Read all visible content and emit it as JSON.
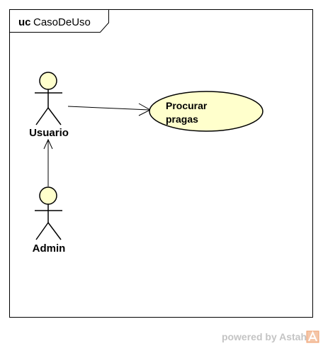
{
  "frame": {
    "keyword": "uc",
    "name": "CasoDeUso"
  },
  "actors": {
    "usuario": {
      "label": "Usuario"
    },
    "admin": {
      "label": "Admin"
    }
  },
  "use_case": {
    "line1": "Procurar",
    "line2": "pragas"
  },
  "watermark": {
    "text": "powered by Astah",
    "icon": "astah-logo-icon"
  },
  "colors": {
    "actor_head_fill": "#ffffcc",
    "use_case_fill": "#ffffcc",
    "stroke": "#000000",
    "watermark": "#c4c4c4",
    "logo_accent": "#f0a070"
  }
}
